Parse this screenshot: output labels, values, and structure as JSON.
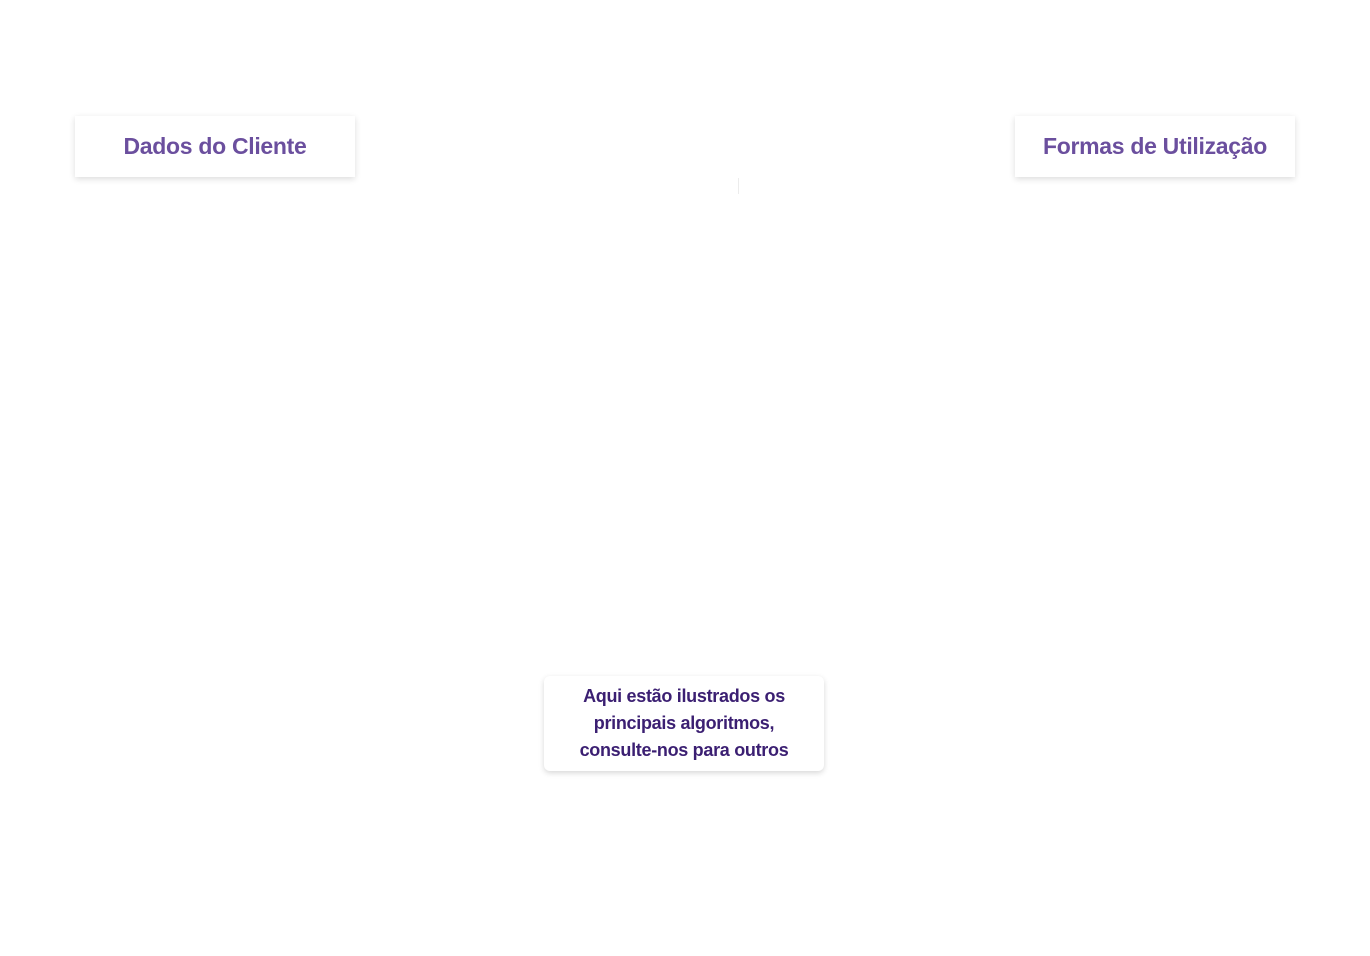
{
  "tabs": {
    "left_label": "Dados do Cliente",
    "right_label": "Formas de Utilização"
  },
  "note": {
    "line1": "Aqui estão ilustrados os",
    "line2": "principais algoritmos,",
    "line3": "consulte-nos para outros"
  },
  "colors": {
    "tab_text": "#6b4f9e",
    "note_text": "#3b1f72",
    "background": "#ffffff"
  }
}
